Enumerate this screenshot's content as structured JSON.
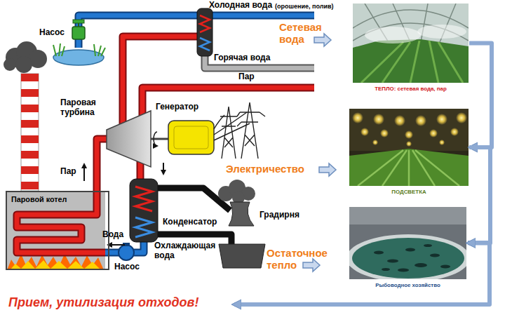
{
  "diagram": {
    "nodes": [
      {
        "text": [
          "Паровой котел"
        ]
      },
      {
        "text": [
          "ТЕПЛО: сетевая вода, пар"
        ]
      },
      {
        "text": [
          "ПОДСВЕТКА"
        ]
      },
      {
        "text": [
          "Рыбоводное хозяйство"
        ]
      }
    ],
    "edges": [
      {
        "from": 1,
        "to": 2,
        "arrow": "to"
      },
      {
        "from": 2,
        "to": 3,
        "arrow": "to"
      }
    ],
    "labels": [
      "Холодная вода",
      "(орошение, полив)",
      "Насос",
      "Сетевая вода",
      "Горячая вода",
      "Пар",
      "Паровая турбина",
      "Генератор",
      "Пар",
      "Электричество",
      "Вода",
      "Конденсатор",
      "Градирня",
      "Насос",
      "Охлаждающая вода",
      "Остаточное тепло",
      "Прием, утилизация отходов!"
    ]
  }
}
